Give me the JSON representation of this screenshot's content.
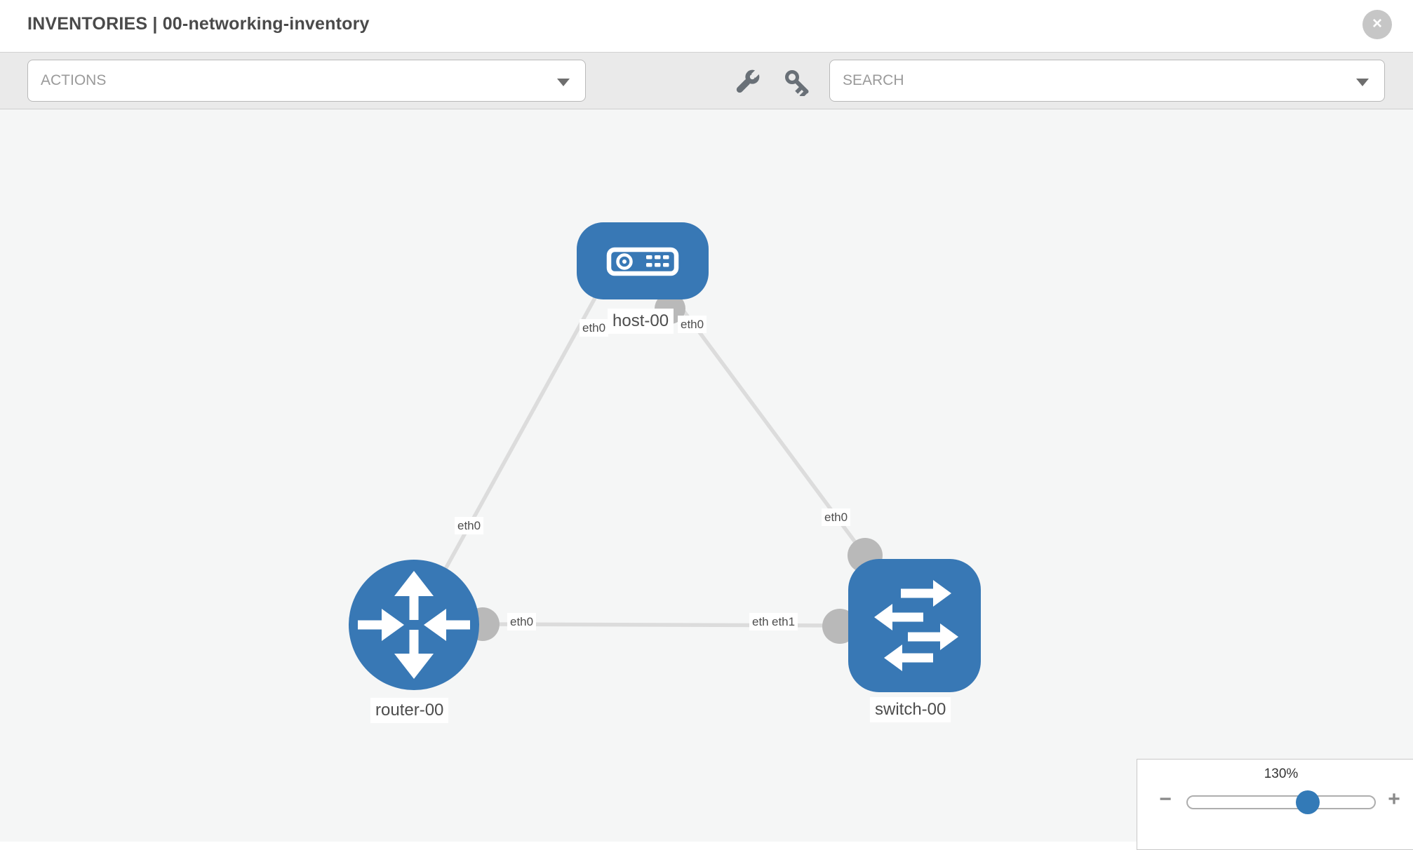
{
  "header": {
    "title": "INVENTORIES | 00-networking-inventory",
    "close_glyph": "×"
  },
  "toolbar": {
    "actions": {
      "placeholder": "ACTIONS"
    },
    "search": {
      "placeholder": "SEARCH"
    },
    "tools": [
      {
        "name": "wrench-icon"
      },
      {
        "name": "key-icon"
      }
    ]
  },
  "topology": {
    "nodes": [
      {
        "label": "host-00",
        "type": "host"
      },
      {
        "label": "router-00",
        "type": "router"
      },
      {
        "label": "switch-00",
        "type": "switch"
      }
    ],
    "interfaces": [
      {
        "label": "eth0",
        "position": "host-left"
      },
      {
        "label": "eth0",
        "position": "host-right"
      },
      {
        "label": "eth0",
        "position": "host-router-edge"
      },
      {
        "label": "eth0",
        "position": "switch-top"
      },
      {
        "label": "eth0",
        "position": "router-switch-edge-near-router"
      },
      {
        "label": "eth0",
        "position": "switch-left-back"
      },
      {
        "label": "eth1",
        "position": "switch-left-front"
      }
    ],
    "links": [
      {
        "from": "host-00",
        "to": "router-00"
      },
      {
        "from": "host-00",
        "to": "switch-00"
      },
      {
        "from": "router-00",
        "to": "switch-00"
      }
    ]
  },
  "zoom_control": {
    "level": "130%",
    "minus_glyph": "−",
    "plus_glyph": "+"
  },
  "colors": {
    "node_blue": "#3878b5",
    "link_gray": "#dcdcdc",
    "connector_gray": "#b9b9b9",
    "accent": "#337ab7"
  }
}
